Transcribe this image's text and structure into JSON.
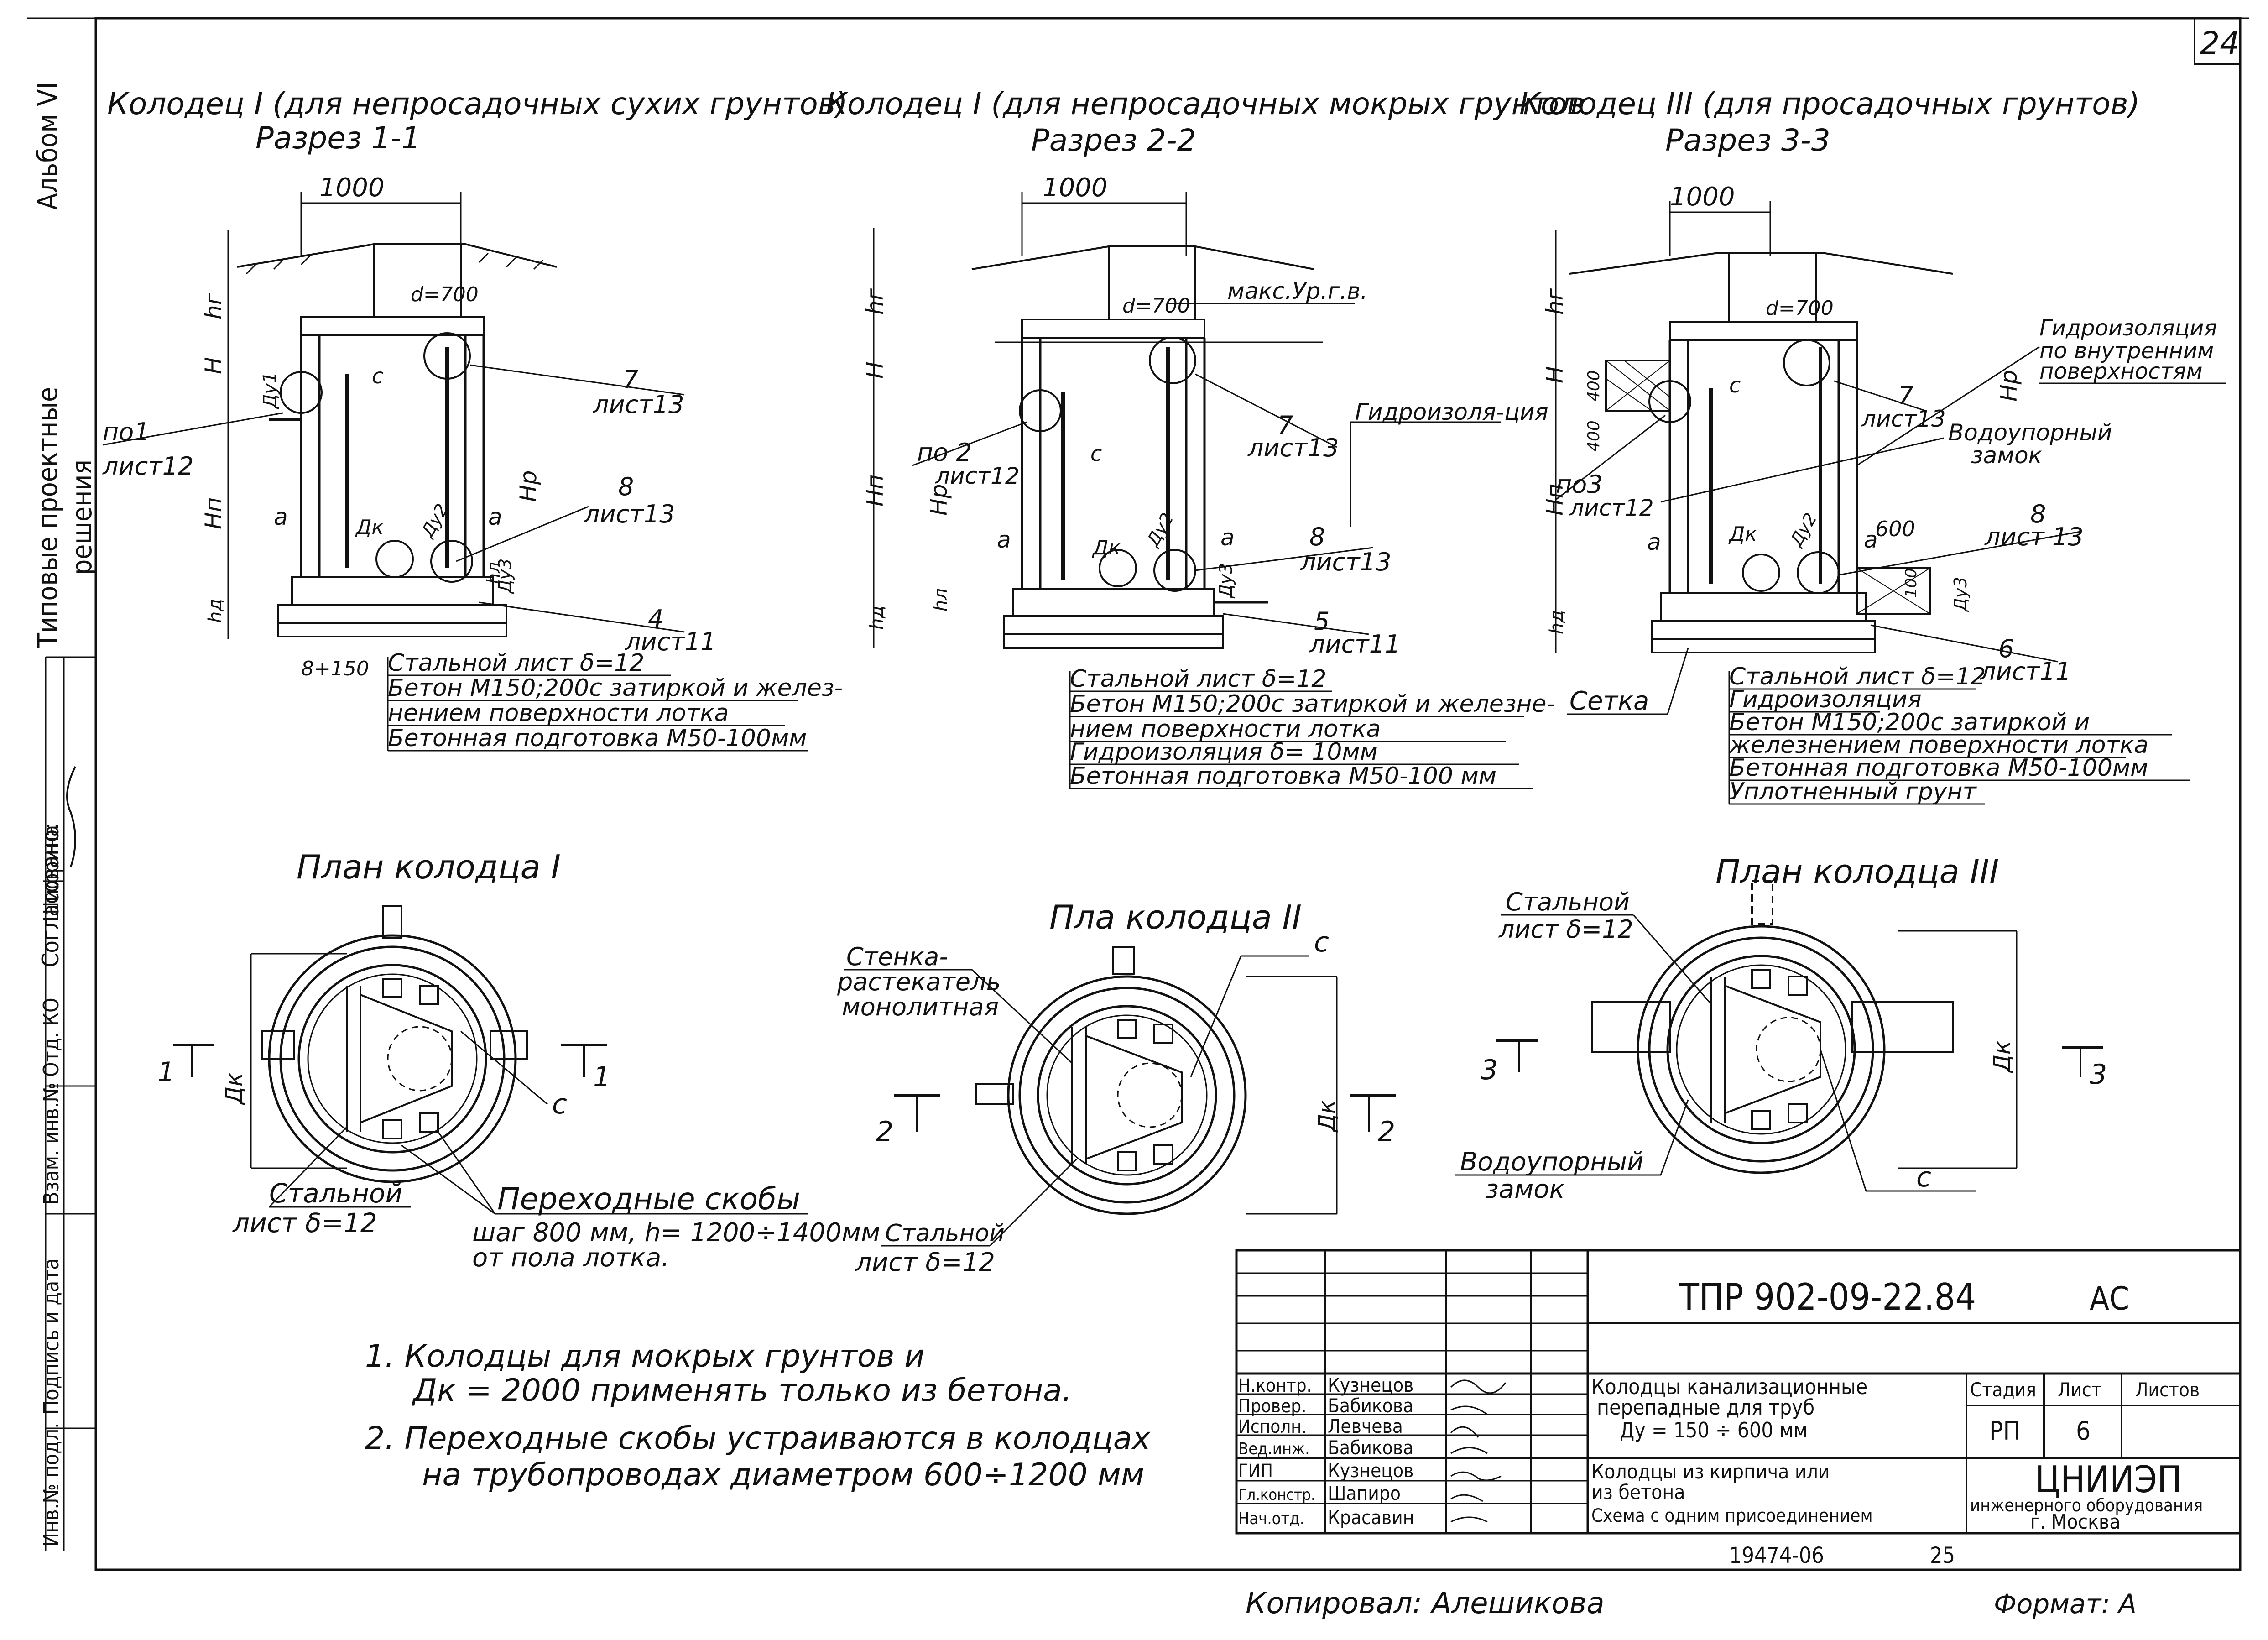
{
  "page_number": "24",
  "side_strip": {
    "album": "Альбом VI",
    "series_line1": "Типовые проектные",
    "series_line2": "решения",
    "agreed": "Согласовано:",
    "dept": "Отд. КО",
    "agreed_name": "Шифрина",
    "swap_inv": "Взам. инв.№",
    "sign_date": "Подпись и дата",
    "inv_orig": "Инв.№ подл."
  },
  "sections": {
    "s1": {
      "title": "Колодец I (для непросадочных сухих грунтов)",
      "cut": "Разрез 1-1"
    },
    "s2": {
      "title": "Колодец I (для непросадочных мокрых грунтов",
      "cut": "Разрез 2-2"
    },
    "s3": {
      "title": "Колодец III (для просадочных грунтов)",
      "cut": "Разрез 3-3"
    }
  },
  "dims": {
    "w1000": "1000",
    "d700": "d=700",
    "hg": "hг",
    "H": "H",
    "Hp": "Hр",
    "Hn": "Нп",
    "a": "a",
    "c": "c",
    "dk": "Дк",
    "dy2": "Ду2",
    "dy1": "Ду1",
    "dy3": "Ду3",
    "hl": "hл",
    "hd": "hд",
    "b150": "8+150",
    "d600": "600",
    "d400": "400",
    "d100": "100"
  },
  "callouts": {
    "s1_pos1": "по1",
    "s1_sheet12": "лист12",
    "s1_pos7": "7",
    "s1_sheet13a": "лист13",
    "s1_pos8": "8",
    "s1_sheet13b": "лист13",
    "s1_pos4": "4",
    "s1_sheet11": "лист11",
    "s2_max": "макс.Ур.г.в.",
    "s2_pos2": "по 2",
    "s2_sheet12": "лист12",
    "s2_pos7": "7",
    "s2_sheet13a": "лист13",
    "s2_hydro": "Гидроизоля-ция",
    "s2_pos8": "8",
    "s2_sheet13b": "лист13",
    "s2_pos5": "5",
    "s2_sheet11": "лист11",
    "s3_hydro_inner": "Гидроизоляция по внутренним поверхностям",
    "s3_pos7": "7",
    "s3_sheet13a": "лист13",
    "s3_lock": "Водоупорный замок",
    "s3_pos3": "по3",
    "s3_sheet12": "лист12",
    "s3_pos8": "8",
    "s3_sheet13b": "лист 13",
    "s3_pos6": "6",
    "s3_sheet11": "лист11",
    "s3_mesh": "Сетка"
  },
  "notes": {
    "s1": [
      "Стальной лист δ=12",
      "Бетон М150;200с затиркой и желез-",
      "нением поверхности лотка",
      "Бетонная подготовка М50-100мм"
    ],
    "s2": [
      "Стальной лист δ=12",
      "Бетон М150;200с затиркой и железне-",
      "нием поверхности лотка",
      "Гидроизоляция  δ= 10мм",
      "Бетонная подготовка М50-100 мм"
    ],
    "s3": [
      "Стальной лист δ=12",
      "Гидроизоляция",
      "Бетон  М150;200с затиркой  и",
      "железнением поверхности лотка",
      "Бетонная подготовка М50-100мм",
      "Уплотненный грунт"
    ]
  },
  "plans": {
    "p1": {
      "title": "План колодца I",
      "steel": "Стальной",
      "steel2": "лист δ=12",
      "cut": "1",
      "c": "c",
      "dk": "Дк"
    },
    "p2": {
      "title": "Пла колодца II",
      "wall1": "Стенка-",
      "wall2": "растекатель",
      "wall3": "монолитная",
      "steel": "Стальной",
      "steel2": "лист δ=12",
      "cut": "2",
      "c": "c",
      "dk": "Дк"
    },
    "p3": {
      "title": "План колодца III",
      "steel": "Стальной",
      "steel2": "лист δ=12",
      "lock1": "Водоупорный",
      "lock2": "замок",
      "cut": "3",
      "c": "c",
      "dk": "Дк"
    }
  },
  "ladder": {
    "title": "Переходные скобы",
    "line1": "шаг 800 мм, h= 1200÷1400мм",
    "line2": "от пола лотка."
  },
  "footnotes": [
    "1.  Колодцы  для  мокрых  грунтов  и",
    "Дк = 2000      применять  только  из  бетона.",
    "2. Переходные  скобы  устраиваются  в колодцах",
    "на  трубопроводах  диаметром 600÷1200 мм"
  ],
  "title_block": {
    "code": "ТПР 902-09-22.84",
    "mark": "АС",
    "roles": [
      {
        "role": "Н.контр.",
        "name": "Кузнецов"
      },
      {
        "role": "Провер.",
        "name": "Бабикова"
      },
      {
        "role": "Исполн.",
        "name": "Левчева"
      },
      {
        "role": "Вед.инж.",
        "name": "Бабикова"
      },
      {
        "role": "ГИП",
        "name": "Кузнецов"
      },
      {
        "role": "Гл.констр.",
        "name": "Шапиро"
      },
      {
        "role": "Нач.отд.",
        "name": "Красавин"
      }
    ],
    "desc1": "Колодцы канализационные",
    "desc2": "перепадные для труб",
    "desc3": "Ду = 150 ÷ 600 мм",
    "sub1": "Колодцы из кирпича или",
    "sub2": "из бетона",
    "sub3": "Схема с одним присоединением",
    "stage_h": "Стадия",
    "sheet_h": "Лист",
    "sheets_h": "Листов",
    "stage": "РП",
    "sheet": "6",
    "org": "ЦНИИЭП",
    "org2": "инженерного оборудования",
    "city": "г. Москва",
    "archive": "19474-06",
    "archive_sheet": "25"
  },
  "bottom": {
    "copied": "Копировал: Алешикова",
    "format": "Формат: А"
  }
}
